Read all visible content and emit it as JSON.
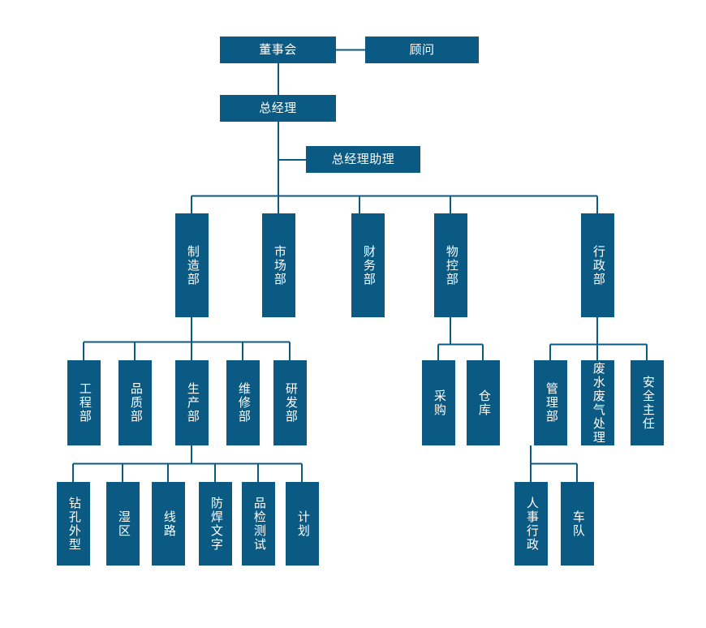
{
  "chart": {
    "title": "",
    "box_color": "#0a5a84",
    "line_color": "#0a5a84",
    "text_color": "#ffffff",
    "background": "#ffffff"
  },
  "nodes": {
    "board": "董事会",
    "advisor": "顾问",
    "general_manager": "总经理",
    "gm_assistant": "总经理助理",
    "manufacturing": "制造部",
    "marketing": "市场部",
    "finance": "财务部",
    "material_control": "物控部",
    "administration": "行政部",
    "engineering": "工程部",
    "quality": "品质部",
    "production": "生产部",
    "maintenance": "维修部",
    "research": "研发部",
    "drilling_profile": "钻孔外型",
    "wet_area": "湿区",
    "circuit": "线路",
    "solder_mask_text": "防焊文字",
    "inspection_test": "品检测试",
    "planning": "计划",
    "purchasing": "采购",
    "warehouse": "仓库",
    "management": "管理部",
    "waste_treatment": "废水废气处理",
    "safety_officer": "安全主任",
    "hr_admin": "人事行政",
    "fleet": "车队"
  }
}
